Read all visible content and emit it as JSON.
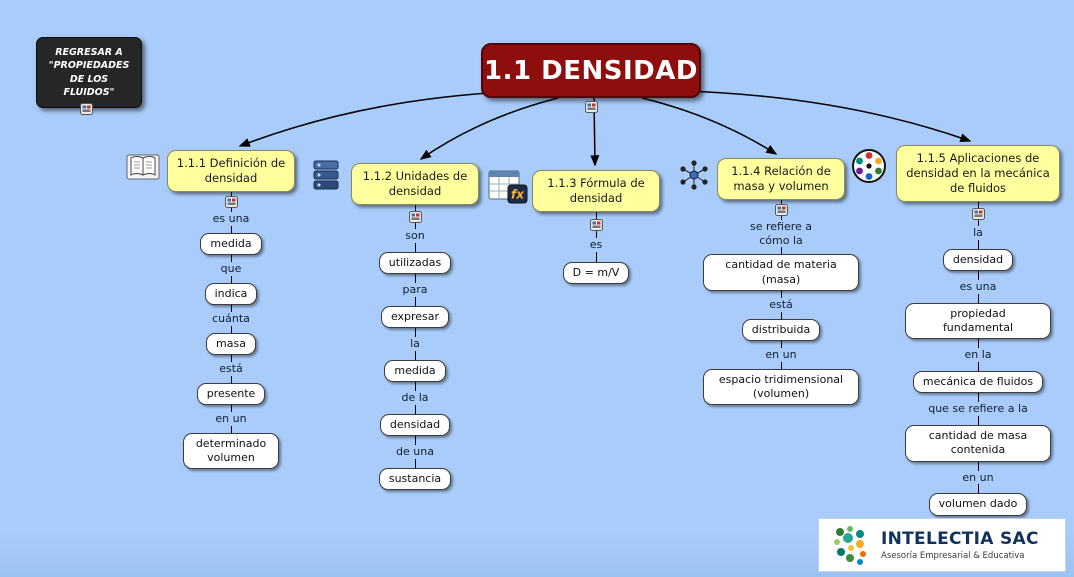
{
  "colors": {
    "background": "#A9CCFA",
    "root_node": "#8E0D0D",
    "branch_node": "#FFFF9E",
    "concept_node": "#FFFFFF"
  },
  "back_button": {
    "label": "REGRESAR A \"PROPIEDADES DE LOS FLUIDOS\""
  },
  "root": {
    "title": "1.1 DENSIDAD"
  },
  "branches": [
    {
      "title": "1.1.1 Definición de densidad",
      "icon": "open-book-icon",
      "chain": [
        {
          "kind": "link",
          "text": "es una"
        },
        {
          "kind": "concept",
          "text": "medida"
        },
        {
          "kind": "link",
          "text": "que"
        },
        {
          "kind": "concept",
          "text": "indica"
        },
        {
          "kind": "link",
          "text": "cuánta"
        },
        {
          "kind": "concept",
          "text": "masa"
        },
        {
          "kind": "link",
          "text": "está"
        },
        {
          "kind": "concept",
          "text": "presente"
        },
        {
          "kind": "link",
          "text": "en un"
        },
        {
          "kind": "concept",
          "text": "determinado volumen"
        }
      ]
    },
    {
      "title": "1.1.2 Unidades de densidad",
      "icon": "database-stack-icon",
      "chain": [
        {
          "kind": "link",
          "text": "son"
        },
        {
          "kind": "concept",
          "text": "utilizadas"
        },
        {
          "kind": "link",
          "text": "para"
        },
        {
          "kind": "concept",
          "text": "expresar"
        },
        {
          "kind": "link",
          "text": "la"
        },
        {
          "kind": "concept",
          "text": "medida"
        },
        {
          "kind": "link",
          "text": "de la"
        },
        {
          "kind": "concept",
          "text": "densidad"
        },
        {
          "kind": "link",
          "text": "de una"
        },
        {
          "kind": "concept",
          "text": "sustancia"
        }
      ]
    },
    {
      "title": "1.1.3 Fórmula de densidad",
      "icon": "formula-fx-icon",
      "chain": [
        {
          "kind": "link",
          "text": "es"
        },
        {
          "kind": "concept",
          "text": "D = m/V"
        }
      ]
    },
    {
      "title": "1.1.4 Relación de masa y volumen",
      "icon": "molecule-icon",
      "chain": [
        {
          "kind": "link",
          "text": "se refiere a cómo la"
        },
        {
          "kind": "concept",
          "text": "cantidad de materia (masa)"
        },
        {
          "kind": "link",
          "text": "está"
        },
        {
          "kind": "concept",
          "text": "distribuida"
        },
        {
          "kind": "link",
          "text": "en un"
        },
        {
          "kind": "concept",
          "text": "espacio tridimensional (volumen)"
        }
      ]
    },
    {
      "title": "1.1.5 Aplicaciones de densidad en la mecánica de fluidos",
      "icon": "color-wheel-icon",
      "chain": [
        {
          "kind": "link",
          "text": "la"
        },
        {
          "kind": "concept",
          "text": "densidad"
        },
        {
          "kind": "link",
          "text": "es una"
        },
        {
          "kind": "concept",
          "text": "propiedad fundamental"
        },
        {
          "kind": "link",
          "text": "en la"
        },
        {
          "kind": "concept",
          "text": "mecánica de fluidos"
        },
        {
          "kind": "link",
          "text": "que se refiere a la"
        },
        {
          "kind": "concept",
          "text": "cantidad de masa contenida"
        },
        {
          "kind": "link",
          "text": "en un"
        },
        {
          "kind": "concept",
          "text": "volumen dado"
        }
      ]
    }
  ],
  "logo": {
    "name": "INTELECTIA SAC",
    "tagline": "Asesoría Empresarial & Educativa"
  }
}
